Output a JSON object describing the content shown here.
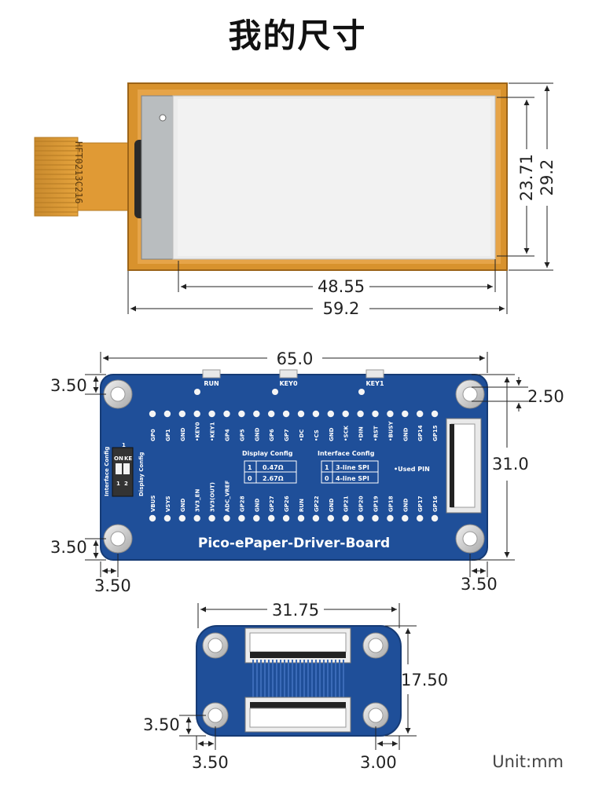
{
  "title": "我的尺寸",
  "unit_label": "Unit:mm",
  "display": {
    "fpc_label": "HFT0213C216",
    "dims": {
      "active_width": "48.55",
      "outline_width": "59.2",
      "active_height": "23.71",
      "outline_height": "29.2"
    }
  },
  "driver_board": {
    "name": "Pico-ePaper-Driver-Board",
    "dims": {
      "width": "65.0",
      "height": "31.0",
      "hole_top": "3.50",
      "hole_bottom": "3.50",
      "hole_left": "3.50",
      "hole_right": "3.50",
      "hole_dia": "2.50"
    },
    "buttons": [
      "RUN",
      "KEY0",
      "KEY1"
    ],
    "top_pins": [
      "GP0",
      "GP1",
      "GND",
      "•KEY0",
      "•KEY1",
      "GP4",
      "GP5",
      "GND",
      "GP6",
      "GP7",
      "•DC",
      "•CS",
      "GND",
      "•SCK",
      "•DIN",
      "•RST",
      "•BUSY",
      "GND",
      "GP14",
      "GP15"
    ],
    "bottom_pins": [
      "VBUS",
      "VSYS",
      "GND",
      "3V3_EN",
      "3V3(OUT)",
      "ADC_VREF",
      "GP28",
      "GND",
      "GP27",
      "GP26",
      "RUN",
      "GP22",
      "GND",
      "GP21",
      "GP20",
      "GP19",
      "GP18",
      "GND",
      "GP17",
      "GP16"
    ],
    "display_config": {
      "title": "Display Config",
      "rows": [
        [
          "1",
          "0.47Ω"
        ],
        [
          "0",
          "2.67Ω"
        ]
      ]
    },
    "interface_config": {
      "title": "Interface Config",
      "rows": [
        [
          "1",
          "3-line SPI"
        ],
        [
          "0",
          "4-line SPI"
        ]
      ]
    },
    "used_pin_label": "•Used PIN",
    "switch_labels": {
      "interface": "Interface Config",
      "display": "Display Config",
      "on": "ON",
      "ke": "KE",
      "one": "1",
      "two": "2"
    }
  },
  "adapter": {
    "dims": {
      "width": "31.75",
      "height": "17.50",
      "hole_bottom": "3.50",
      "hole_left": "3.50",
      "hole_right": "3.00"
    }
  }
}
